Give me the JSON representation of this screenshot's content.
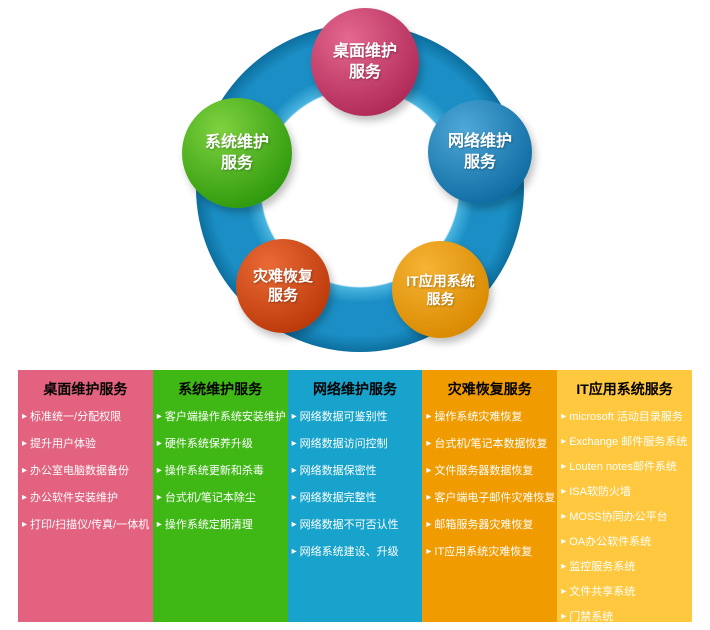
{
  "diagram": {
    "ring_color": "#1b8fc5",
    "nodes": [
      {
        "id": "desktop-maintenance",
        "line1": "桌面维护",
        "line2": "服务",
        "color_light": "#e4688f",
        "color_dark": "#b02a58"
      },
      {
        "id": "system-maintenance",
        "line1": "系统维护",
        "line2": "服务",
        "color_light": "#7fd23f",
        "color_dark": "#2f9a0d"
      },
      {
        "id": "network-maintenance",
        "line1": "网络维护",
        "line2": "服务",
        "color_light": "#4fa8d8",
        "color_dark": "#0f6ca2"
      },
      {
        "id": "disaster-recovery",
        "line1": "灾难恢复",
        "line2": "服务",
        "color_light": "#ea6a36",
        "color_dark": "#bc3a0a"
      },
      {
        "id": "it-application",
        "line1": "IT应用系统",
        "line2": "服务",
        "color_light": "#f6b335",
        "color_dark": "#d98a00"
      }
    ]
  },
  "bullet_icon": "▸",
  "columns": [
    {
      "title": "桌面维护服务",
      "color": "#e2627f",
      "items": [
        "标准统一/分配权限",
        "提升用户体验",
        "办公室电脑数据备份",
        "办公软件安装维护",
        "打印/扫描仪/传真/一体机"
      ]
    },
    {
      "title": "系统维护服务",
      "color": "#3fb816",
      "items": [
        "客户端操作系统安装维护",
        "硬件系统保养升级",
        "操作系统更新和杀毒",
        "台式机/笔记本除尘",
        "操作系统定期清理"
      ]
    },
    {
      "title": "网络维护服务",
      "color": "#17a3cc",
      "items": [
        "网络数据可鉴别性",
        "网络数据访问控制",
        "网络数据保密性",
        "网络数据完整性",
        "网络数据不可否认性",
        "网络系统建设、升级"
      ]
    },
    {
      "title": "灾难恢复服务",
      "color": "#f09b00",
      "items": [
        "操作系统灾难恢复",
        "台式机/笔记本数据恢复",
        "文件服务器数据恢复",
        "客户端电子邮件灾难恢复",
        "邮箱服务器灾难恢复",
        "IT应用系统灾难恢复"
      ]
    },
    {
      "title": "IT应用系统服务",
      "color": "#ffc83e",
      "items": [
        "microsoft 活动目录服务",
        "Exchange 邮件服务系统",
        "Louten notes邮件系统",
        "ISA软防火墙",
        "MOSS协同办公平台",
        "OA办公软件系统",
        "监控服务系统",
        "文件共享系统",
        "门禁系统"
      ]
    }
  ]
}
